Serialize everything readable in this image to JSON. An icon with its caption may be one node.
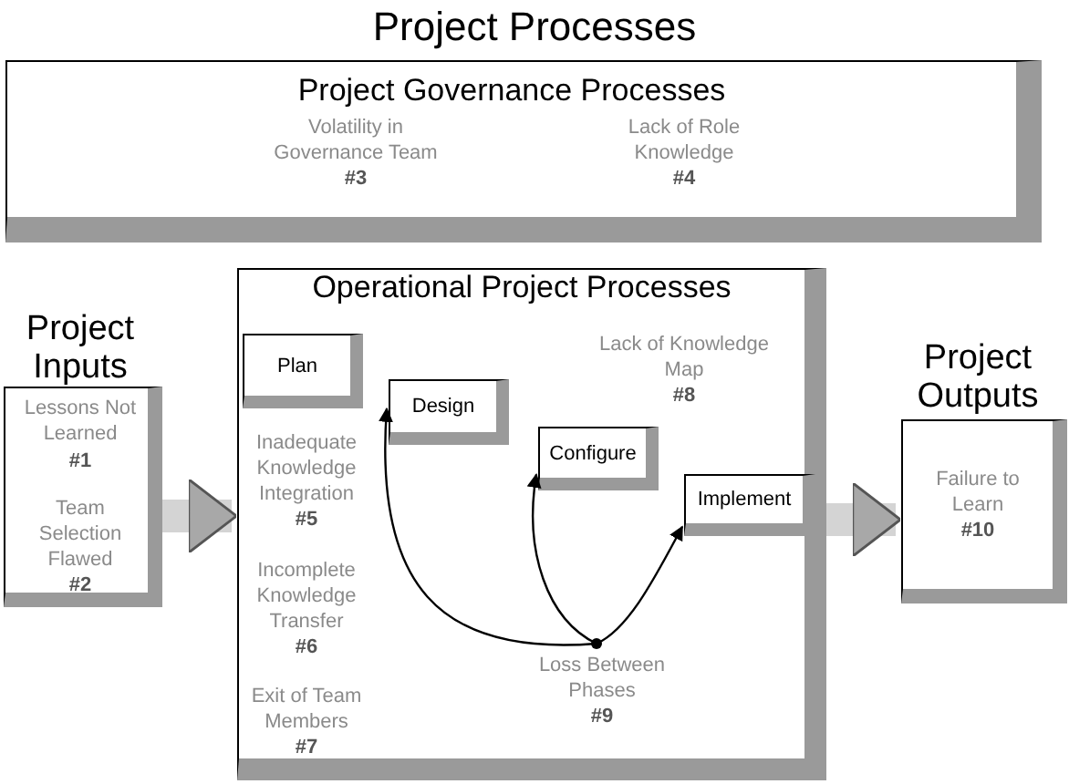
{
  "diagram": {
    "title": "Project Processes",
    "nodes": [
      {
        "text": [
          "Project Governance Processes",
          "Volatility in Governance Team",
          "#3",
          "Lack of Role Knowledge",
          "#4"
        ]
      },
      {
        "text": [
          "Project Inputs",
          "Lessons Not Learned",
          "#1",
          "Team Selection Flawed",
          "#2"
        ]
      },
      {
        "text": [
          "Operational Project Processes",
          "Inadequate Knowledge Integration",
          "#5",
          "Incomplete Knowledge Transfer",
          "#6",
          "Exit of Team Members",
          "#7",
          "Lack of Knowledge Map",
          "#8"
        ]
      },
      {
        "text": [
          "Plan"
        ],
        "in": 2
      },
      {
        "text": [
          "Design"
        ],
        "in": 2
      },
      {
        "text": [
          "Configure"
        ],
        "in": 2
      },
      {
        "text": [
          "Implement"
        ],
        "in": 2
      },
      {
        "text": [],
        "shape": "circle",
        "in": 2,
        "beside": [
          "Loss Between Phases",
          "#9"
        ]
      },
      {
        "text": [
          "Project Outputs",
          "Failure to Learn",
          "#10"
        ]
      }
    ],
    "edges": [
      {
        "from": 1,
        "to": 2,
        "arrow": "to",
        "style": "thick",
        "color": "#d4d4d4"
      },
      {
        "from": 2,
        "to": 8,
        "arrow": "to",
        "style": "thick",
        "color": "#d4d4d4"
      },
      {
        "from": 7,
        "to": 4,
        "arrow": "to"
      },
      {
        "from": 7,
        "to": 5,
        "arrow": "to"
      },
      {
        "from": 7,
        "to": 6,
        "arrow": "to"
      }
    ]
  }
}
